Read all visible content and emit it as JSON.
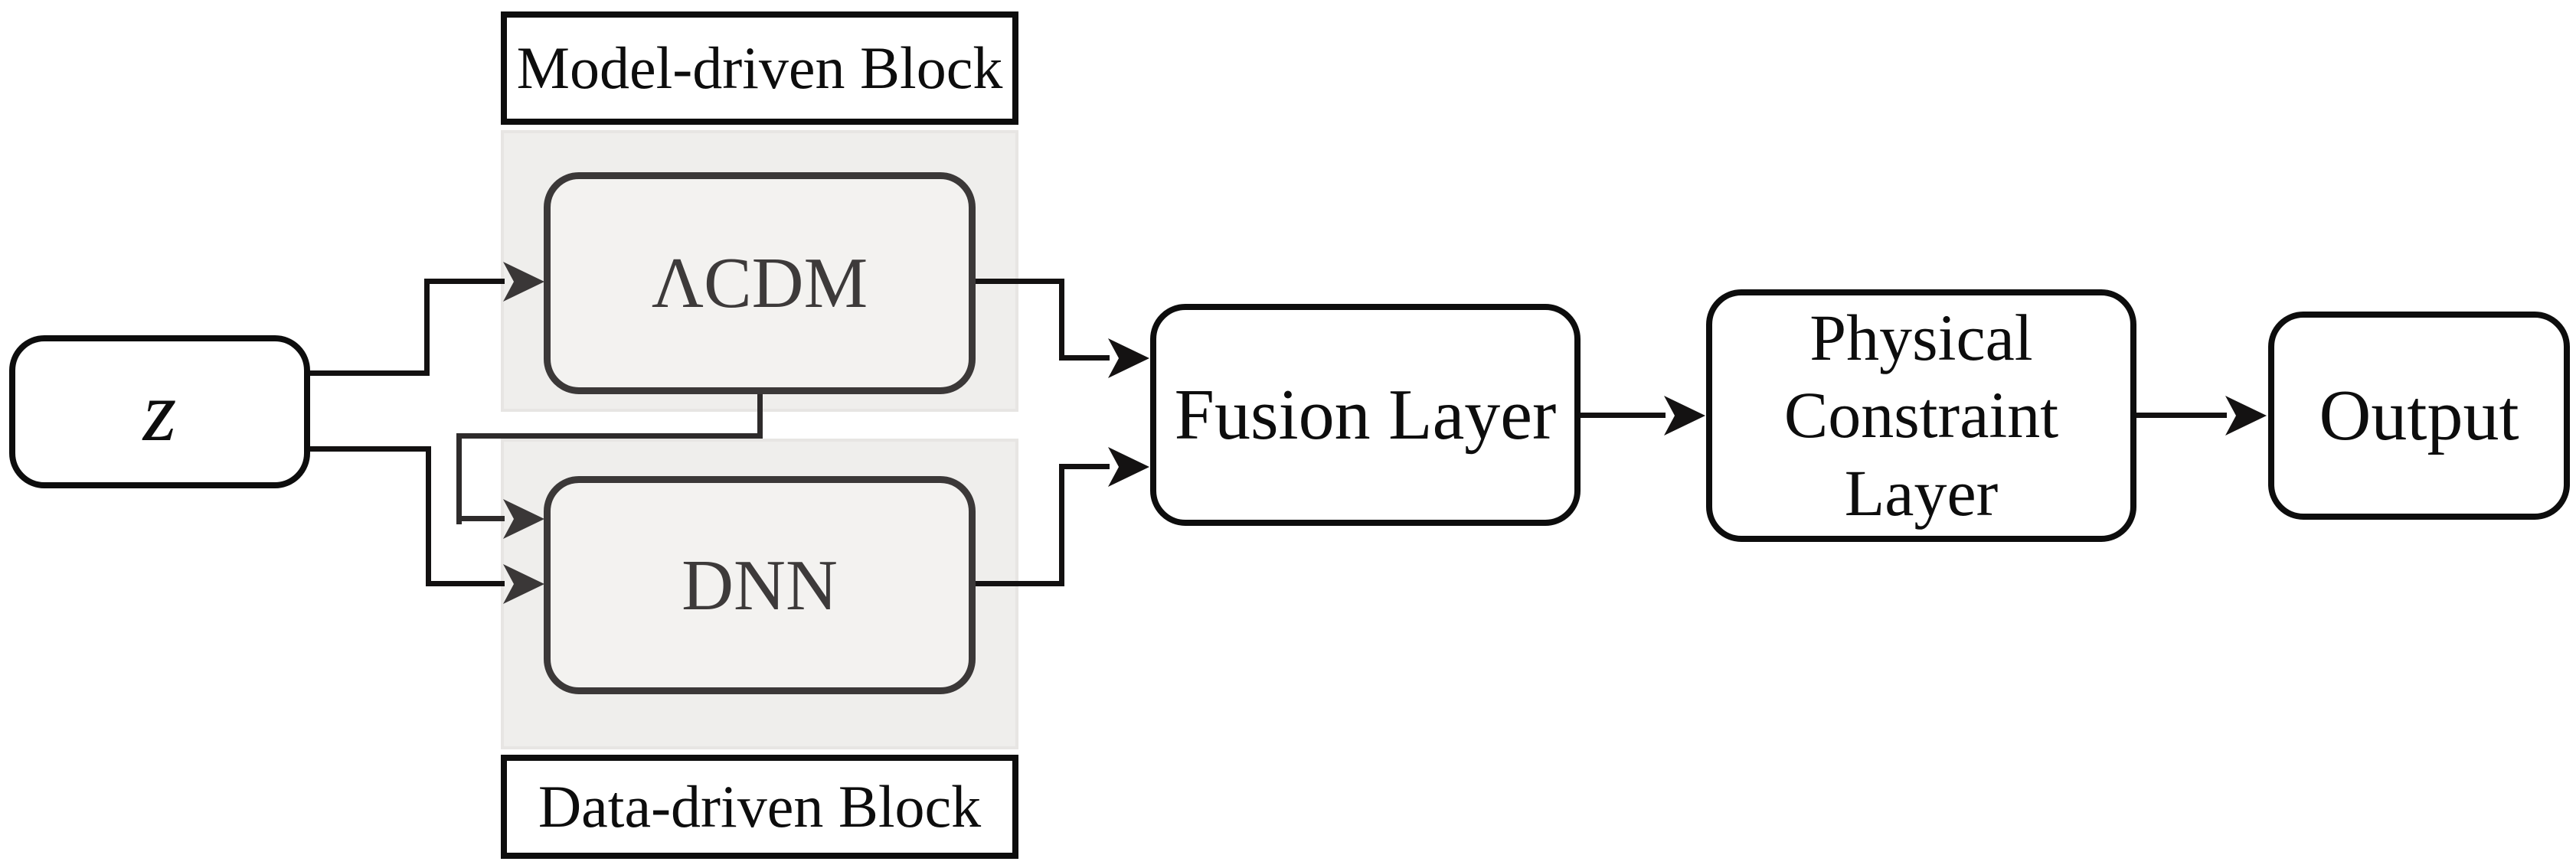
{
  "diagram": {
    "input_node": {
      "label": "z"
    },
    "model_driven_block": {
      "label": "Model-driven Block"
    },
    "data_driven_block": {
      "label": "Data-driven Block"
    },
    "lcdm_node": {
      "label": "ΛCDM"
    },
    "dnn_node": {
      "label": "DNN"
    },
    "fusion_node": {
      "label": "Fusion Layer"
    },
    "physical_constraint_node": {
      "label": "Physical Constraint Layer",
      "line1": "Physical",
      "line2": "Constraint",
      "line3": "Layer"
    },
    "output_node": {
      "label": "Output"
    },
    "edges": [
      {
        "from": "z",
        "to": "ΛCDM"
      },
      {
        "from": "z",
        "to": "DNN"
      },
      {
        "from": "ΛCDM",
        "to": "DNN"
      },
      {
        "from": "ΛCDM",
        "to": "Fusion Layer"
      },
      {
        "from": "DNN",
        "to": "Fusion Layer"
      },
      {
        "from": "Fusion Layer",
        "to": "Physical Constraint Layer"
      },
      {
        "from": "Physical Constraint Layer",
        "to": "Output"
      }
    ],
    "colors": {
      "background": "#ffffff",
      "line_black": "#131111",
      "line_dark_gray": "#2e2b2b",
      "black_box_border": "#0d0d0d",
      "gray_box_border": "#3b3838",
      "gray_box_fill": "#f3f2f0",
      "gray_box_text": "#3d3a3a",
      "panel_fill": "#efeeec",
      "panel_edge": "#e7e5e3",
      "arrowhead_gray": "#3a3737",
      "arrowhead_black": "#141212"
    }
  }
}
